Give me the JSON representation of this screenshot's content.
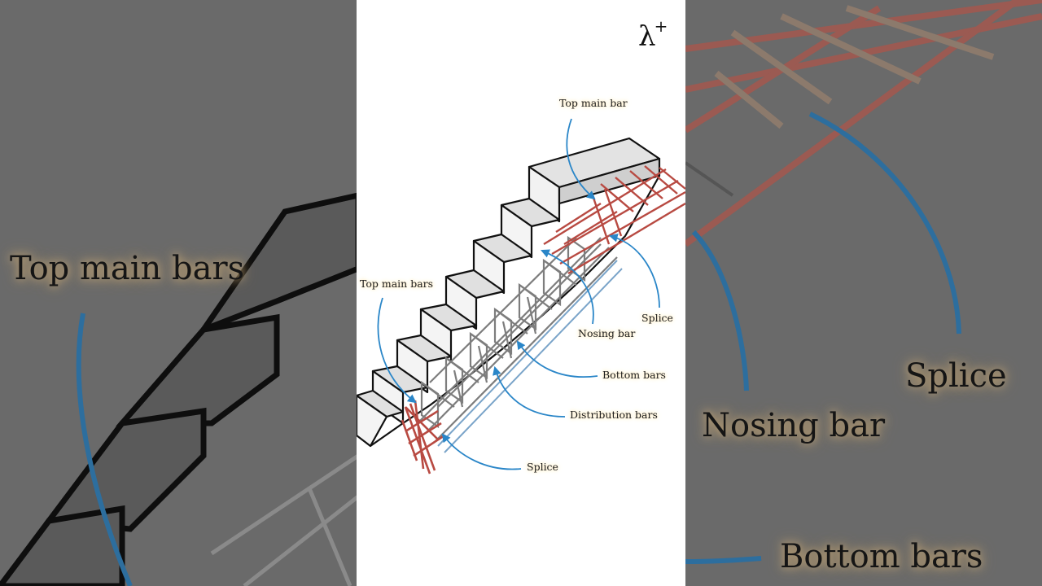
{
  "logo": {
    "symbol": "λ",
    "sup": "+"
  },
  "labels": {
    "top_main_bar": "Top main bar",
    "top_main_bars": "Top main bars",
    "splice_right": "Splice",
    "nosing_bar": "Nosing bar",
    "bottom_bars": "Bottom bars",
    "distribution_bars": "Distribution bars",
    "splice_bottom": "Splice"
  },
  "background": {
    "top_main_bars": "Top main bars",
    "splice": "Splice",
    "nosing_bar": "Nosing bar",
    "bottom_bars": "Bottom bars"
  },
  "colors": {
    "arrow": "#2a86c8",
    "rebar_red": "#b84a42",
    "rebar_grey": "#8a8a8a",
    "concrete": "#d9d9d9",
    "label_glow": "#ffe6b0"
  }
}
